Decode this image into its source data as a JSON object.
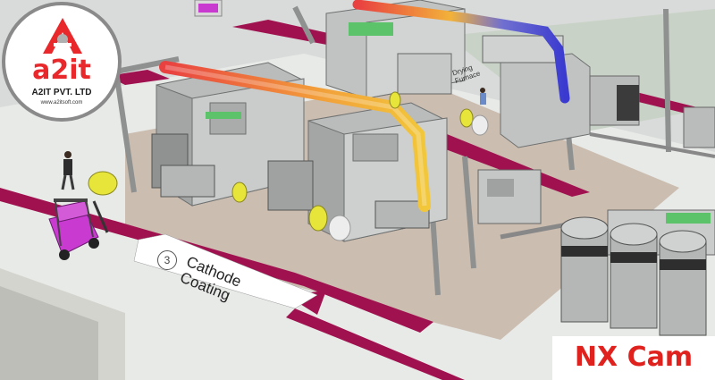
{
  "logo": {
    "mark": "A",
    "wordmark": "a2it",
    "company": "A2IT PVT. LTD",
    "url": "www.a2itsoft.com"
  },
  "scene": {
    "floor_station_number": "3",
    "floor_label_line1": "Cathode",
    "floor_label_line2": "Coating",
    "sign_line1": "Drying",
    "sign_line2": "Furnace"
  },
  "badge": {
    "text": "NX Cam"
  },
  "colors": {
    "accent_red": "#e0221f",
    "floor_stripe": "#a0124f",
    "machine_gray": "#bfc2c1",
    "forklift": "#c93ad0"
  }
}
